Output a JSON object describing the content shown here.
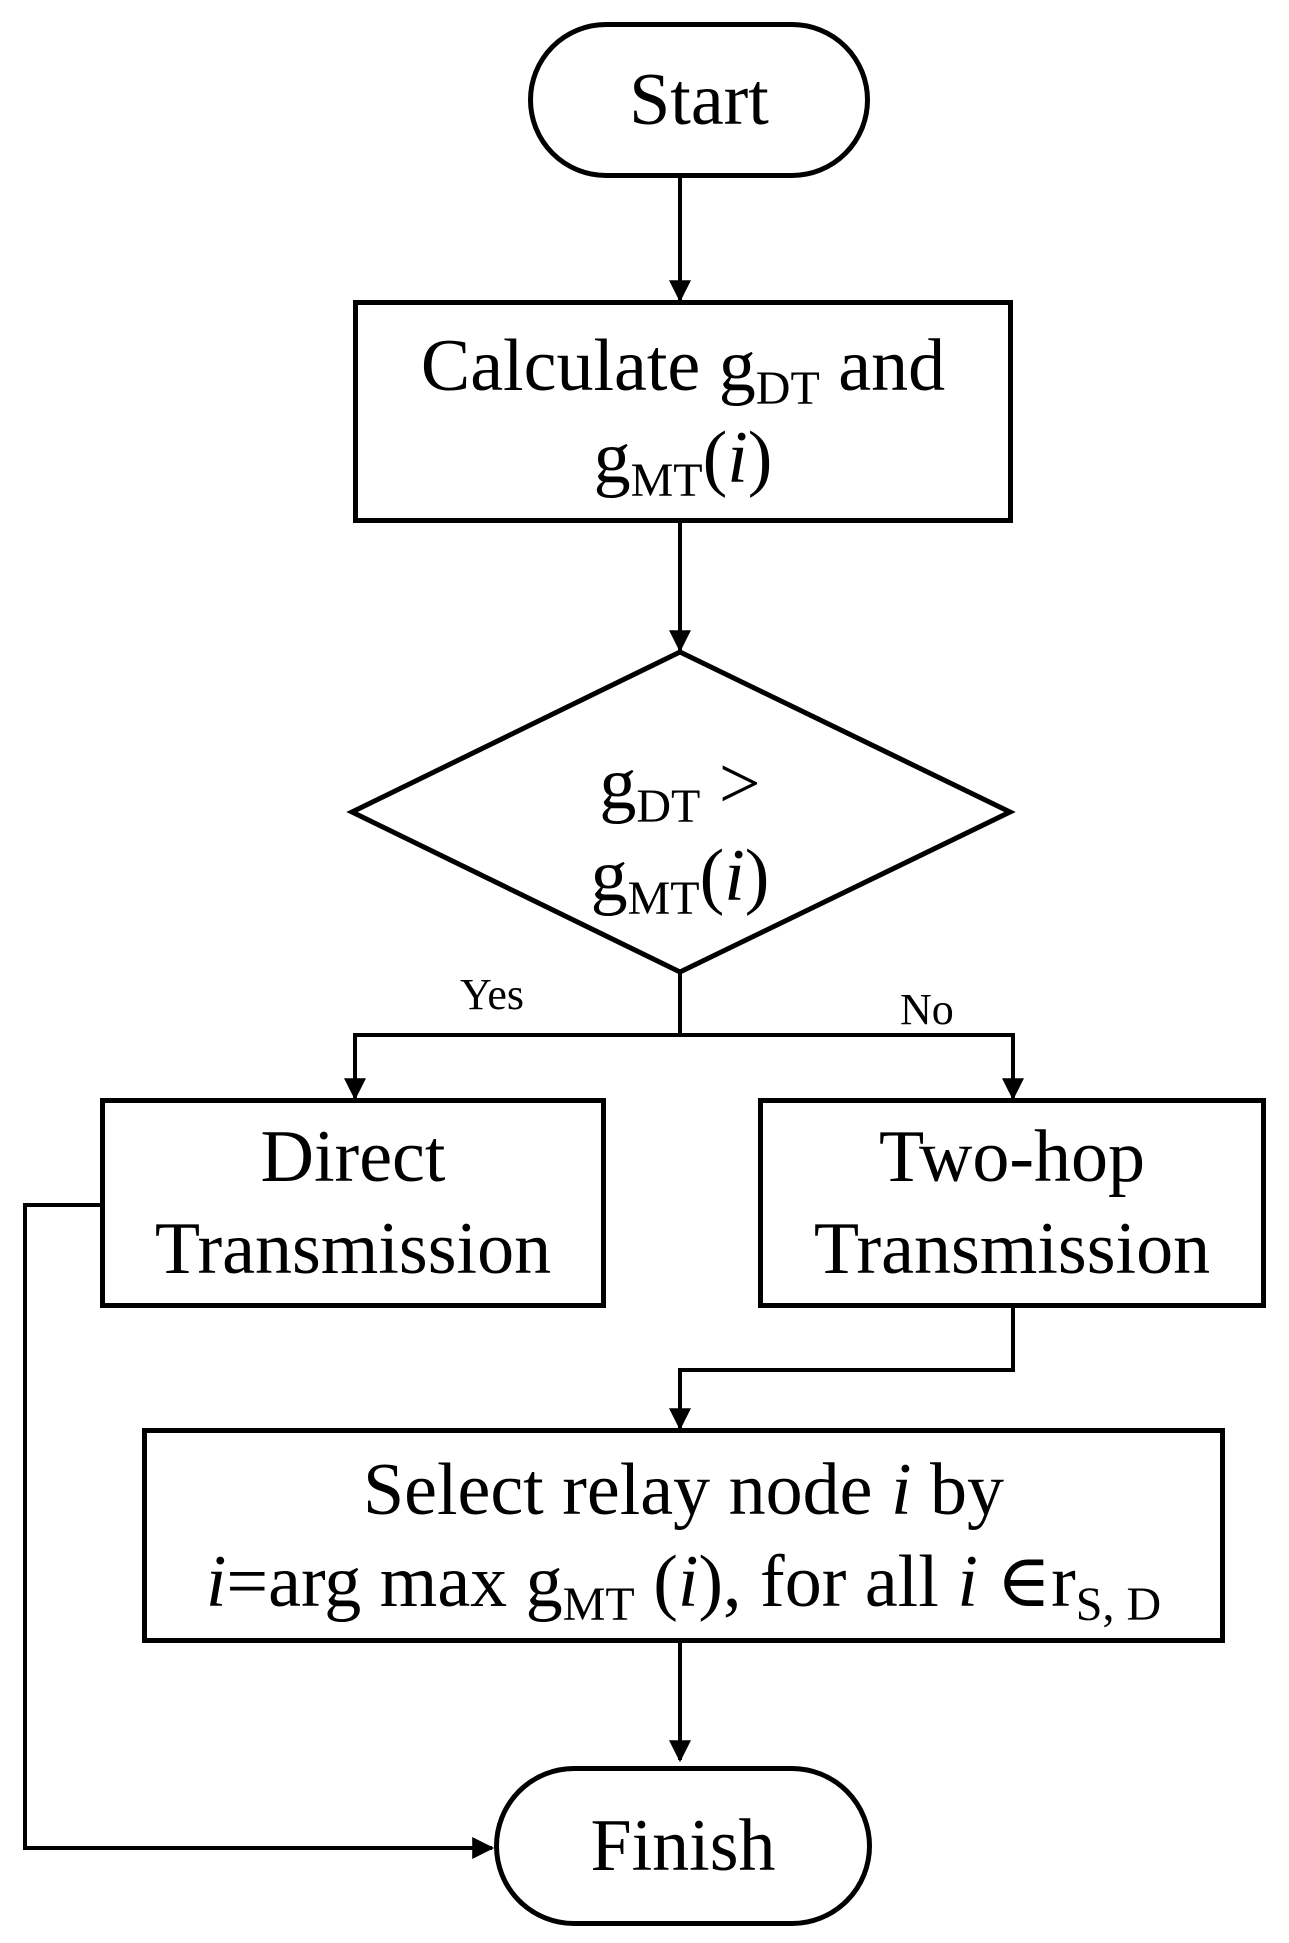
{
  "start": {
    "label": "Start"
  },
  "calculate": {
    "line1_prefix": "Calculate g",
    "line1_sub": "DT",
    "line1_suffix": " and",
    "line2_base": "g",
    "line2_sub": "MT",
    "line2_open": "(",
    "line2_var": "i",
    "line2_close": ")"
  },
  "decision": {
    "line1_base": "g",
    "line1_sub": "DT",
    "line1_op": " >",
    "line2_base": "g",
    "line2_sub": "MT",
    "line2_open": "(",
    "line2_var": "i",
    "line2_close": ")"
  },
  "branches": {
    "yes": "Yes",
    "no": "No"
  },
  "direct": {
    "line1": "Direct",
    "line2": "Transmission"
  },
  "twohop": {
    "line1": "Two-hop",
    "line2": "Transmission"
  },
  "select": {
    "line1_text": "Select relay node ",
    "line1_var": "i",
    "line1_end": " by",
    "line2_var1": "i",
    "line2_text1": "=arg max g",
    "line2_sub1": "MT",
    "line2_text2": " (",
    "line2_var2": "i",
    "line2_text3": "), for all ",
    "line2_var3": "i",
    "line2_text4": " ∈r",
    "line2_sub2": "S, D"
  },
  "finish": {
    "label": "Finish"
  },
  "colors": {
    "stroke": "#000000",
    "background": "#ffffff"
  }
}
